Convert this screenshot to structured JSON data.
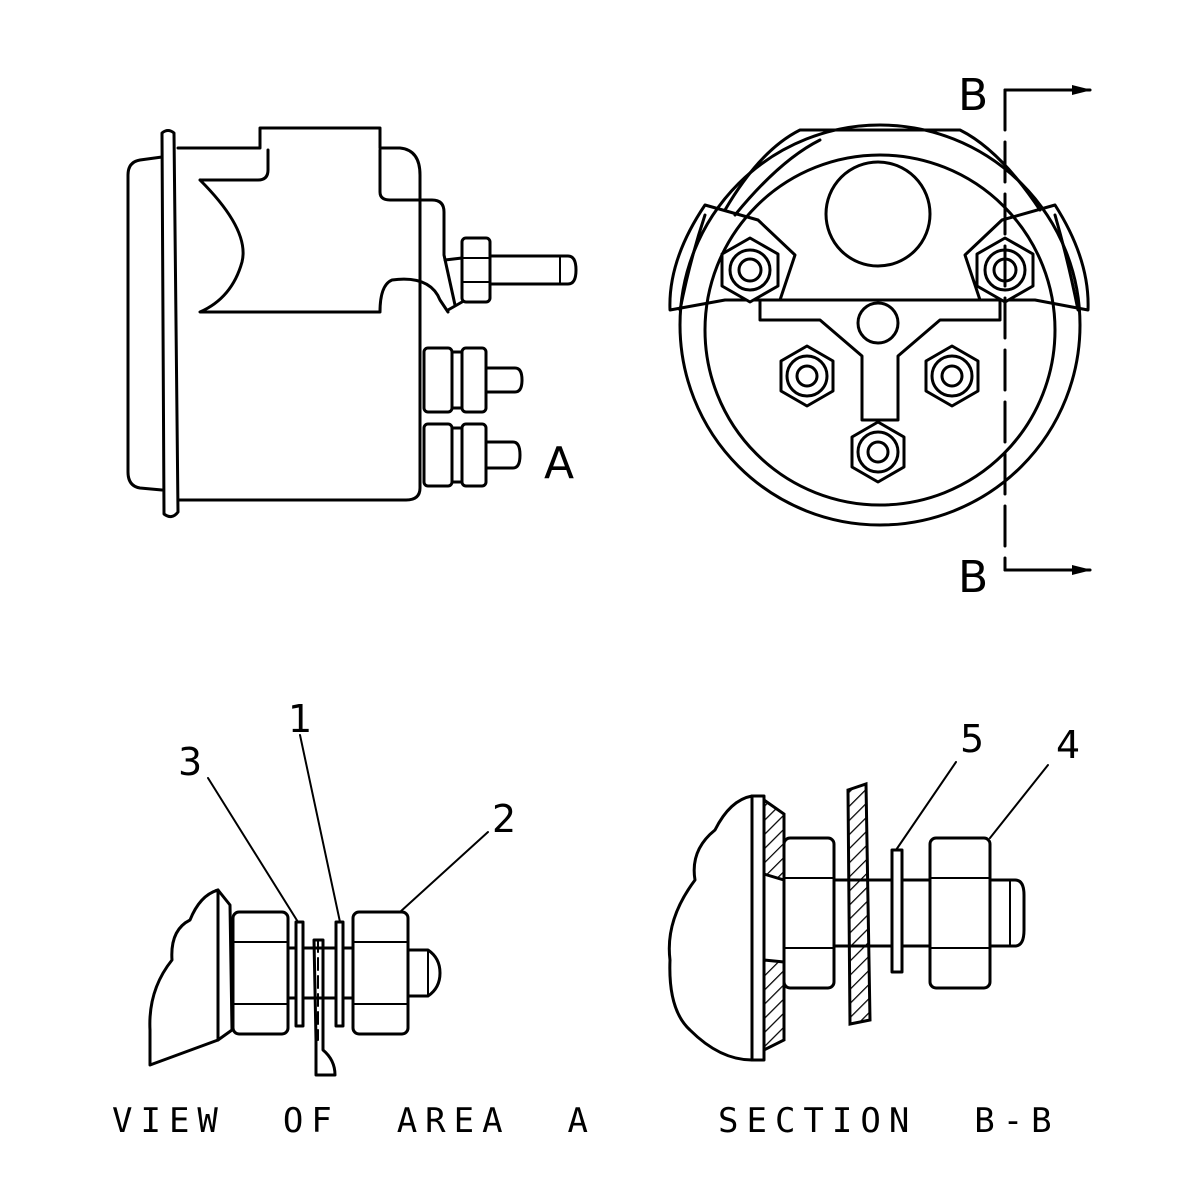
{
  "labels": {
    "area_a": "A",
    "section_b_top": "B",
    "section_b_bottom": "B"
  },
  "callouts": {
    "c1": "1",
    "c2": "2",
    "c3": "3",
    "c4": "4",
    "c5": "5"
  },
  "captions": {
    "view_area": "VIEW  OF  AREA  A",
    "section": "SECTION  B-B"
  }
}
